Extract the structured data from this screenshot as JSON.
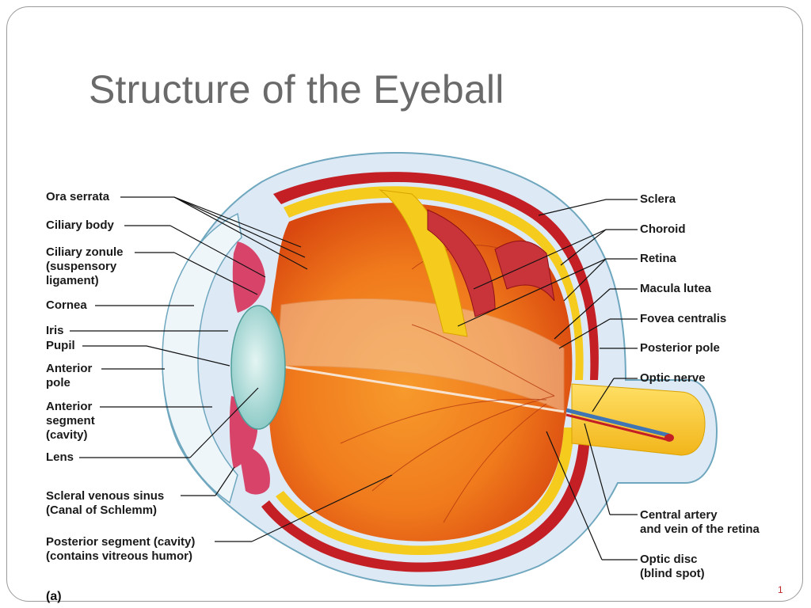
{
  "slide": {
    "title": "Structure of the Eyeball",
    "figure_tag": "(a)",
    "page_mark": "1"
  },
  "labels_left": [
    {
      "id": "ora-serrata",
      "lines": [
        "Ora serrata"
      ]
    },
    {
      "id": "ciliary-body",
      "lines": [
        "Ciliary body"
      ]
    },
    {
      "id": "ciliary-zonule",
      "lines": [
        "Ciliary zonule",
        "(suspensory",
        "ligament)"
      ]
    },
    {
      "id": "cornea",
      "lines": [
        "Cornea"
      ]
    },
    {
      "id": "iris",
      "lines": [
        "Iris"
      ]
    },
    {
      "id": "pupil",
      "lines": [
        "Pupil"
      ]
    },
    {
      "id": "anterior-pole",
      "lines": [
        "Anterior",
        "pole"
      ]
    },
    {
      "id": "anterior-segment",
      "lines": [
        "Anterior",
        "segment",
        "(cavity)"
      ]
    },
    {
      "id": "lens",
      "lines": [
        "Lens"
      ]
    },
    {
      "id": "scleral-venous-sinus",
      "lines": [
        "Scleral venous sinus",
        "(Canal of Schlemm)"
      ]
    },
    {
      "id": "posterior-segment",
      "lines": [
        "Posterior segment (cavity)",
        "(contains vitreous humor)"
      ]
    }
  ],
  "labels_right": [
    {
      "id": "sclera",
      "lines": [
        "Sclera"
      ]
    },
    {
      "id": "choroid",
      "lines": [
        "Choroid"
      ]
    },
    {
      "id": "retina",
      "lines": [
        "Retina"
      ]
    },
    {
      "id": "macula-lutea",
      "lines": [
        "Macula lutea"
      ]
    },
    {
      "id": "fovea-centralis",
      "lines": [
        "Fovea centralis"
      ]
    },
    {
      "id": "posterior-pole",
      "lines": [
        "Posterior pole"
      ]
    },
    {
      "id": "optic-nerve",
      "lines": [
        "Optic nerve"
      ]
    },
    {
      "id": "central-artery",
      "lines": [
        "Central artery",
        "and vein of the retina"
      ]
    },
    {
      "id": "optic-disc",
      "lines": [
        "Optic disc",
        "(blind spot)"
      ]
    }
  ],
  "colors": {
    "sclera_fill": "#dbe6f3",
    "sclera_edge": "#6fa7bf",
    "choroid": "#c41f25",
    "retina": "#f5cc1e",
    "vitreous": "#f07a1c",
    "vitreous_dark": "#d9480f",
    "lens": "#a9dcd8",
    "iris": "#d8436a",
    "vessel_blue": "#3f74b5",
    "leader_line": "#111111"
  }
}
